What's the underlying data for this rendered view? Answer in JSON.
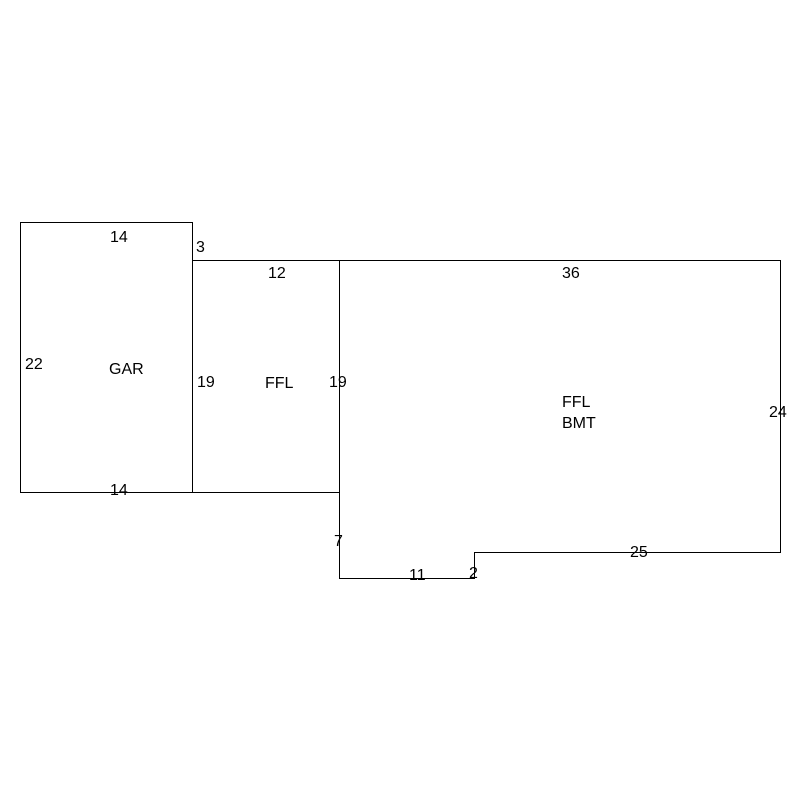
{
  "colors": {
    "background": "#ffffff",
    "line": "#000000",
    "text": "#000000"
  },
  "areas": {
    "garage": {
      "label": "GAR",
      "dimensions": {
        "top": "14",
        "bottom": "14",
        "left": "22",
        "top_step": "3"
      }
    },
    "ffl_middle": {
      "label": "FFL",
      "dimensions": {
        "top": "12",
        "left": "19",
        "right": "19"
      }
    },
    "ffl_bmt": {
      "label_line1": "FFL",
      "label_line2": "BMT",
      "dimensions": {
        "top": "36",
        "right": "24",
        "bottom_right": "25",
        "step": "2",
        "bottom_left": "11",
        "left_lower": "7"
      }
    }
  }
}
